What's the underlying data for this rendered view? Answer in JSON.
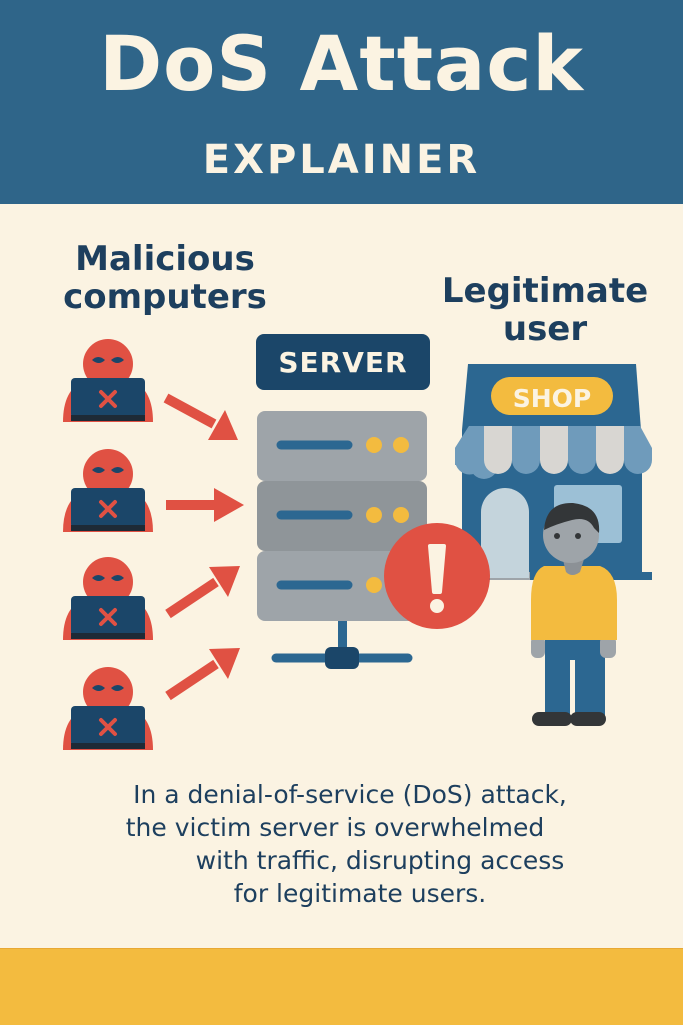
{
  "header": {
    "title": "DoS Attack",
    "subtitle": "EXPLAINER"
  },
  "labels": {
    "malicious_line1": "Malicious",
    "malicious_line2": "computers",
    "legitimate_line1": "Legitimate",
    "legitimate_line2": "user",
    "server": "SERVER",
    "shop": "SHOP"
  },
  "description": {
    "lines": [
      "In a denial-of-service (DoS) attack,",
      "the victim server is overwhelmed",
      "with traffic, disrupting access",
      "for legitimate users."
    ]
  },
  "icons": {
    "attackers": [
      "attacker-laptop-icon",
      "attacker-laptop-icon",
      "attacker-laptop-icon",
      "attacker-laptop-icon"
    ],
    "server": "server-rack-icon",
    "alert": "exclamation-alert-icon",
    "shop": "storefront-icon",
    "user": "person-icon"
  },
  "colors": {
    "header_bg": "#2f6589",
    "background": "#fbf3e2",
    "attack_red": "#e05143",
    "navy": "#1b4669",
    "server_gray": "#9da3a8",
    "accent_yellow": "#f3bb3f",
    "footer_bg": "#f3bb3f"
  }
}
